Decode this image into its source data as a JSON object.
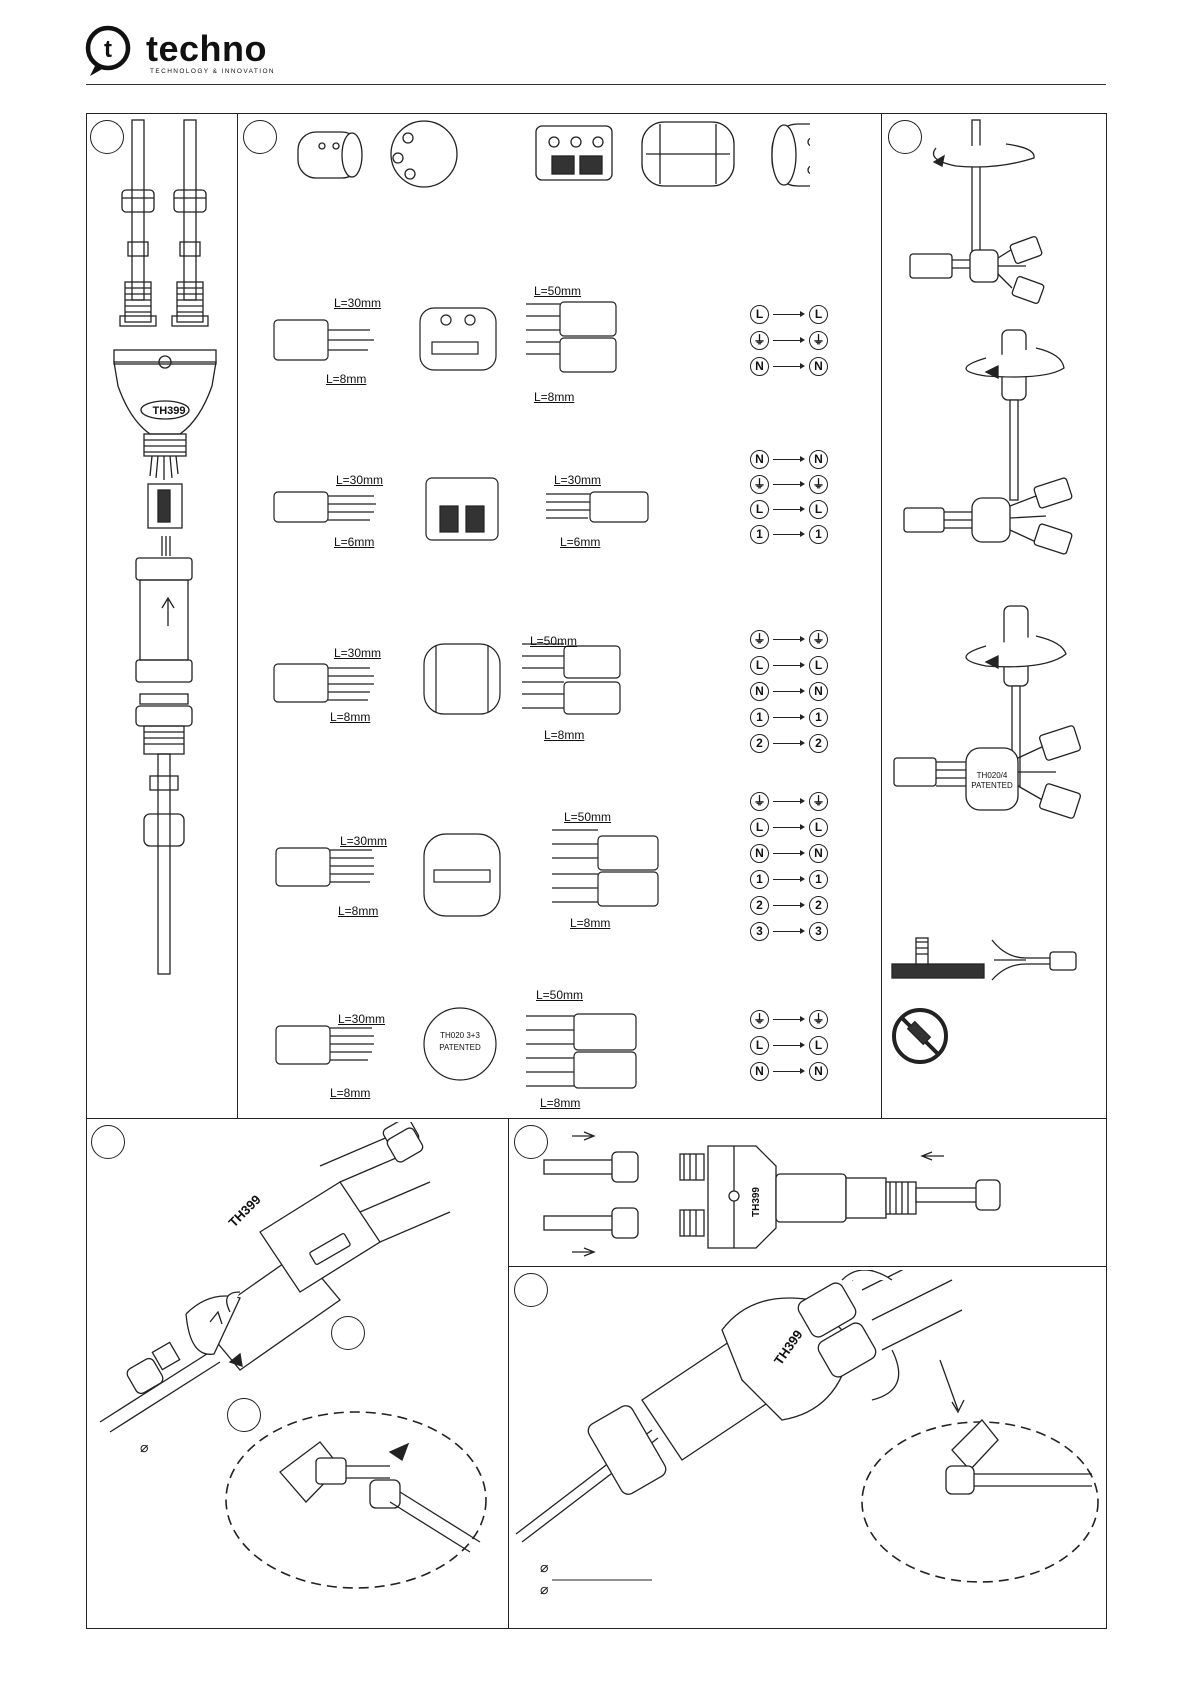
{
  "brand": {
    "name": "techno",
    "tagline": "TECHNOLOGY & INNOVATION",
    "mark": "t"
  },
  "step2": {
    "rows": [
      {
        "strip_main": "L=30mm",
        "strip_end": "L=8mm",
        "out_main": "L=50mm",
        "out_end": "L=8mm",
        "terminals": [
          [
            "L",
            "L"
          ],
          [
            "⏚",
            "⏚"
          ],
          [
            "N",
            "N"
          ]
        ]
      },
      {
        "strip_main": "L=30mm",
        "strip_end": "L=6mm",
        "out_main": "L=30mm",
        "out_end": "L=6mm",
        "terminals": [
          [
            "N",
            "N"
          ],
          [
            "⏚",
            "⏚"
          ],
          [
            "L",
            "L"
          ],
          [
            "1",
            "1"
          ]
        ]
      },
      {
        "strip_main": "L=30mm",
        "strip_end": "L=8mm",
        "out_main": "L=50mm",
        "out_end": "L=8mm",
        "terminals": [
          [
            "⏚",
            "⏚"
          ],
          [
            "L",
            "L"
          ],
          [
            "N",
            "N"
          ],
          [
            "1",
            "1"
          ],
          [
            "2",
            "2"
          ]
        ]
      },
      {
        "strip_main": "L=30mm",
        "strip_end": "L=8mm",
        "out_main": "L=50mm",
        "out_end": "L=8mm",
        "terminals": [
          [
            "⏚",
            "⏚"
          ],
          [
            "L",
            "L"
          ],
          [
            "N",
            "N"
          ],
          [
            "1",
            "1"
          ],
          [
            "2",
            "2"
          ],
          [
            "3",
            "3"
          ]
        ]
      },
      {
        "strip_main": "L=30mm",
        "strip_end": "L=8mm",
        "out_main": "L=50mm",
        "out_end": "L=8mm",
        "terminals": [
          [
            "⏚",
            "⏚"
          ],
          [
            "L",
            "L"
          ],
          [
            "N",
            "N"
          ]
        ]
      }
    ],
    "block_labels": {
      "b5_line1": "TH020 3+3",
      "b5_line2": "PATENTED"
    }
  },
  "step3": {
    "block_label_line1": "TH020/4",
    "block_label_line2": "PATENTED"
  },
  "product_label": "TH399",
  "diameter_symbol": "⌀",
  "colors": {
    "line": "#222222",
    "fill_dark": "#333333",
    "fill_light": "#f2f2f2"
  }
}
